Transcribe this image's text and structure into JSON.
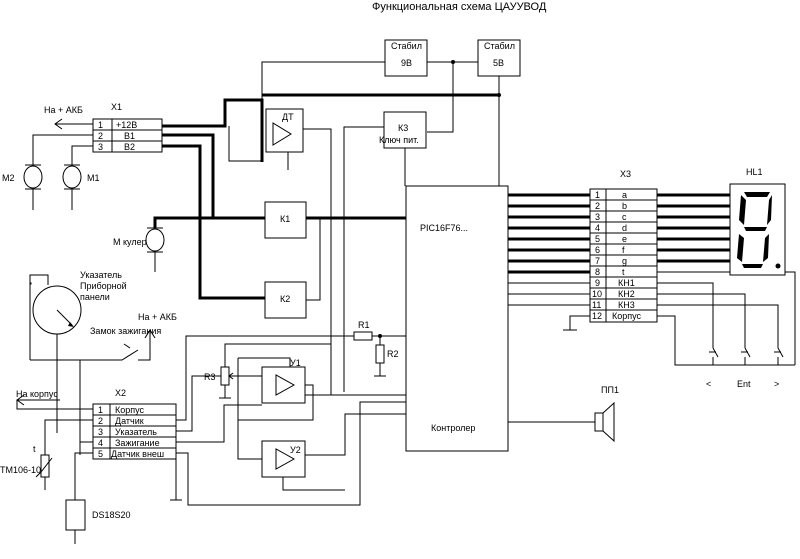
{
  "title": "Функциональная схема ЦАУУВОД",
  "blocks": {
    "stab9": {
      "label": "Стабил",
      "value": "9В"
    },
    "stab5": {
      "label": "Стабил",
      "value": "5В"
    },
    "dt": "ДТ",
    "k3": {
      "name": "К3",
      "desc": "Ключ пит."
    },
    "k1": "К1",
    "k2": "К2",
    "mcu": "PIC16F76...",
    "controller": "Контролер",
    "hl1": "HL1",
    "pp1": "ПП1",
    "r1": "R1",
    "r2": "R2",
    "r3": "R3",
    "u1": "У1",
    "u2": "У2",
    "m1": "M1",
    "m2": "M2",
    "m_cooler": "M кулер",
    "ds18s20": "DS18S20",
    "tm106": "ТМ106-10",
    "t_label": "t"
  },
  "x1": {
    "name": "X1",
    "arrow_label": "На + АКБ",
    "pins": [
      {
        "num": "1",
        "label": "+12В"
      },
      {
        "num": "2",
        "label": "В1"
      },
      {
        "num": "3",
        "label": "В2"
      }
    ]
  },
  "x2": {
    "name": "X2",
    "arrow_label": "На корпус",
    "pins": [
      {
        "num": "1",
        "label": "Корпус"
      },
      {
        "num": "2",
        "label": "Датчик"
      },
      {
        "num": "3",
        "label": "Указатель"
      },
      {
        "num": "4",
        "label": "Зажигание"
      },
      {
        "num": "5",
        "label": "Датчик внеш"
      }
    ]
  },
  "x3": {
    "name": "X3",
    "pins": [
      {
        "num": "1",
        "label": "a"
      },
      {
        "num": "2",
        "label": "b"
      },
      {
        "num": "3",
        "label": "c"
      },
      {
        "num": "4",
        "label": "d"
      },
      {
        "num": "5",
        "label": "e"
      },
      {
        "num": "6",
        "label": "f"
      },
      {
        "num": "7",
        "label": "g"
      },
      {
        "num": "8",
        "label": "t"
      },
      {
        "num": "9",
        "label": "КН1"
      },
      {
        "num": "10",
        "label": "КН2"
      },
      {
        "num": "11",
        "label": "КН3"
      },
      {
        "num": "12",
        "label": "Корпус"
      }
    ]
  },
  "gauge": {
    "line1": "Указатель",
    "line2": "Приборной",
    "line3": "панели"
  },
  "ignition": {
    "label": "Замок зажигания",
    "arrow_label": "На + АКБ"
  },
  "buttons": [
    {
      "label": "<"
    },
    {
      "label": "Ent"
    },
    {
      "label": ">"
    }
  ]
}
